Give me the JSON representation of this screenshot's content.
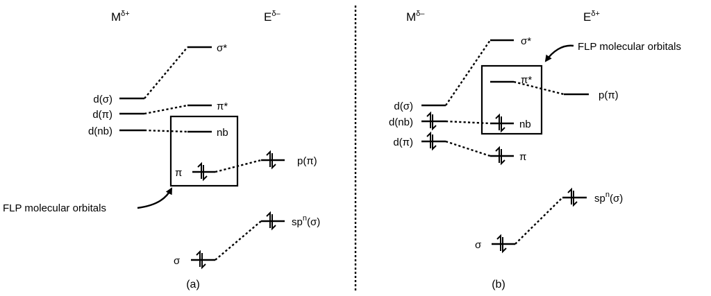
{
  "panel_a": {
    "metal_header": "M",
    "metal_charge": "δ+",
    "element_header": "E",
    "element_charge": "δ–",
    "left_levels": [
      "d(σ)",
      "d(π)",
      "d(nb)"
    ],
    "right_levels": [
      "σ*",
      "π*",
      "nb",
      "p(π)",
      "sp",
      "(σ)"
    ],
    "sp_exponent": "n",
    "mixed_levels": [
      "π",
      "σ"
    ],
    "callout": "FLP molecular orbitals",
    "caption": "(a)"
  },
  "panel_b": {
    "metal_header": "M",
    "metal_charge": "δ–",
    "element_header": "E",
    "element_charge": "δ+",
    "left_levels": [
      "d(σ)",
      "d(nb)",
      "d(π)"
    ],
    "right_levels": [
      "σ*",
      "π*",
      "p(π)",
      "nb",
      "π",
      "sp",
      "(σ)"
    ],
    "sp_exponent": "n",
    "mixed_levels": [
      "σ"
    ],
    "callout": "FLP molecular orbitals",
    "caption": "(b)"
  }
}
